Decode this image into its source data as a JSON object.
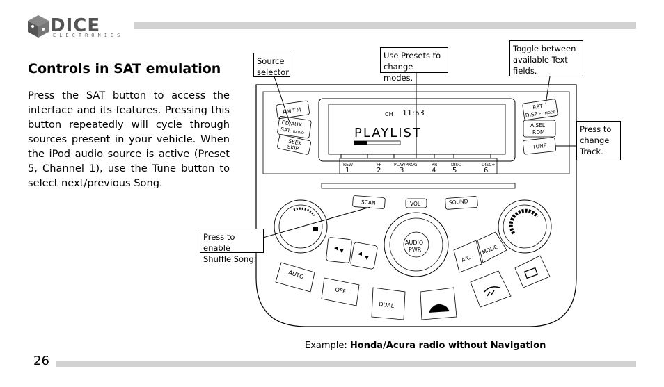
{
  "logo": {
    "brand": "DICE",
    "sub": "ELECTRONICS"
  },
  "heading": "Controls in SAT emulation",
  "body_text": "Press the SAT button to access the interface and its features. Pressing this button repeatedly will cycle through sources present in your vehicle. When the iPod audio source is active (Preset 5, Channel 1), use the Tune button to select next/previous Song.",
  "callouts": {
    "source_selector": "Source selector",
    "use_presets": "Use Presets to change modes.",
    "toggle_text": "Toggle between available Text fields.",
    "press_change_track": "Press to change Track.",
    "press_shuffle": "Press to enable Shuffle Song."
  },
  "radio": {
    "display_ch": "CH",
    "display_time": "11:53",
    "display_main": "PLAYLIST",
    "left_buttons": [
      "AM/FM",
      "CD/AUX",
      "SAT",
      "RADIO",
      "SEEK",
      "SKIP"
    ],
    "right_buttons": [
      "RPT",
      "DISP -",
      "MODE",
      "A.SEL",
      "RDM",
      "TUNE"
    ],
    "preset_labels": [
      "REW",
      "FF",
      "PLAY/PROG",
      "RR",
      "DISC-",
      "DISC+"
    ],
    "preset_numbers": [
      "1",
      "2",
      "3",
      "4",
      "5",
      "6"
    ],
    "scan": "SCAN",
    "vol": "VOL",
    "sound": "SOUND",
    "audio_pwr": [
      "AUDIO",
      "PWR"
    ],
    "ac": "A/C",
    "mode": "MODE",
    "auto": "AUTO",
    "off": "OFF",
    "dual": "DUAL"
  },
  "caption": {
    "prefix": "Example: ",
    "bold": "Honda/Acura radio without Navigation"
  },
  "page_number": "26"
}
